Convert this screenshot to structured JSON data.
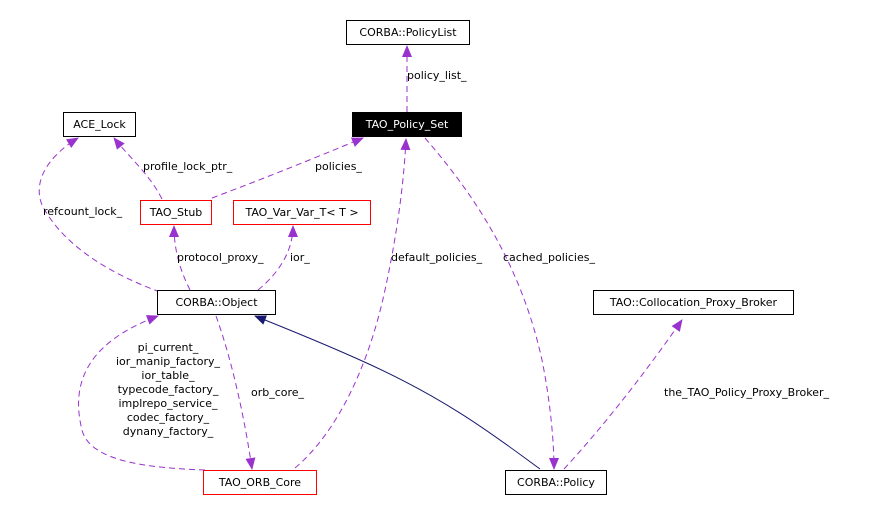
{
  "colors": {
    "inheritance": "#191970",
    "usage": "#9a32cd",
    "node_border_default": "#000000",
    "node_border_incomplete": "#ff0000",
    "focus_fill": "#000000"
  },
  "nodes": {
    "policy_list": "CORBA::PolicyList",
    "ace_lock": "ACE_Lock",
    "policy_set": "TAO_Policy_Set",
    "stub": "TAO_Stub",
    "var_var": "TAO_Var_Var_T< T >",
    "object": "CORBA::Object",
    "collocation_broker": "TAO::Collocation_Proxy_Broker",
    "orb_core": "TAO_ORB_Core",
    "policy": "CORBA::Policy"
  },
  "edge_labels": {
    "policy_list": "policy_list_",
    "profile_lock_ptr": "profile_lock_ptr_",
    "policies": "policies_",
    "refcount_lock": "refcount_lock_",
    "protocol_proxy": "protocol_proxy_",
    "ior": "ior_",
    "default_policies": "default_policies_",
    "cached_policies": "cached_policies_",
    "orb_core": "orb_core_",
    "proxy_broker": "the_TAO_Policy_Proxy_Broker_",
    "orb_members": [
      "pi_current_",
      "ior_manip_factory_",
      "ior_table_",
      "typecode_factory_",
      "implrepo_service_",
      "codec_factory_",
      "dynany_factory_"
    ]
  }
}
